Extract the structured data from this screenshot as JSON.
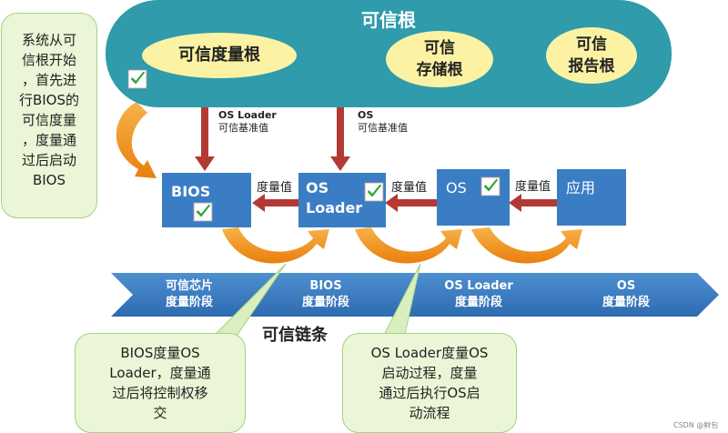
{
  "root": {
    "title": "可信根",
    "rtm": "可信度量根",
    "rts_line1": "可信",
    "rts_line2": "存储根",
    "rtr_line1": "可信",
    "rtr_line2": "报告根"
  },
  "notes": {
    "left": [
      "系统从可",
      "信根开始",
      "，首先进",
      "行BIOS的",
      "可信度量",
      "，度量通",
      "过后启动",
      "BIOS"
    ],
    "bios": [
      "BIOS度量OS",
      "Loader，度量通",
      "过后将控制权移",
      "交"
    ],
    "loader": [
      "OS Loader度量OS",
      "启动过程，度量",
      "通过后执行OS启",
      "动流程"
    ]
  },
  "baseline": {
    "loader_line1": "OS Loader",
    "loader_line2": "可信基准值",
    "os_line1": "OS",
    "os_line2": "可信基准值"
  },
  "boxes": {
    "bios": "BIOS",
    "loader_line1": "OS",
    "loader_line2": "Loader",
    "os": "OS",
    "app": "应用"
  },
  "measure_label": "度量值",
  "stages": [
    {
      "line1": "可信芯片",
      "line2": "度量阶段"
    },
    {
      "line1": "BIOS",
      "line2": "度量阶段"
    },
    {
      "line1": "OS Loader",
      "line2": "度量阶段"
    },
    {
      "line1": "OS",
      "line2": "度量阶段"
    }
  ],
  "chain_label": "可信链条",
  "watermark": "CSDN @鲜包",
  "colors": {
    "root": "#2f9bab",
    "ellipse": "#fbf2a3",
    "box": "#3a7dc4",
    "arrow_red": "#b33a34",
    "arrow_orange": "#f0961e",
    "note_fill": "#eaf6d7",
    "check": "#2ea82e"
  }
}
